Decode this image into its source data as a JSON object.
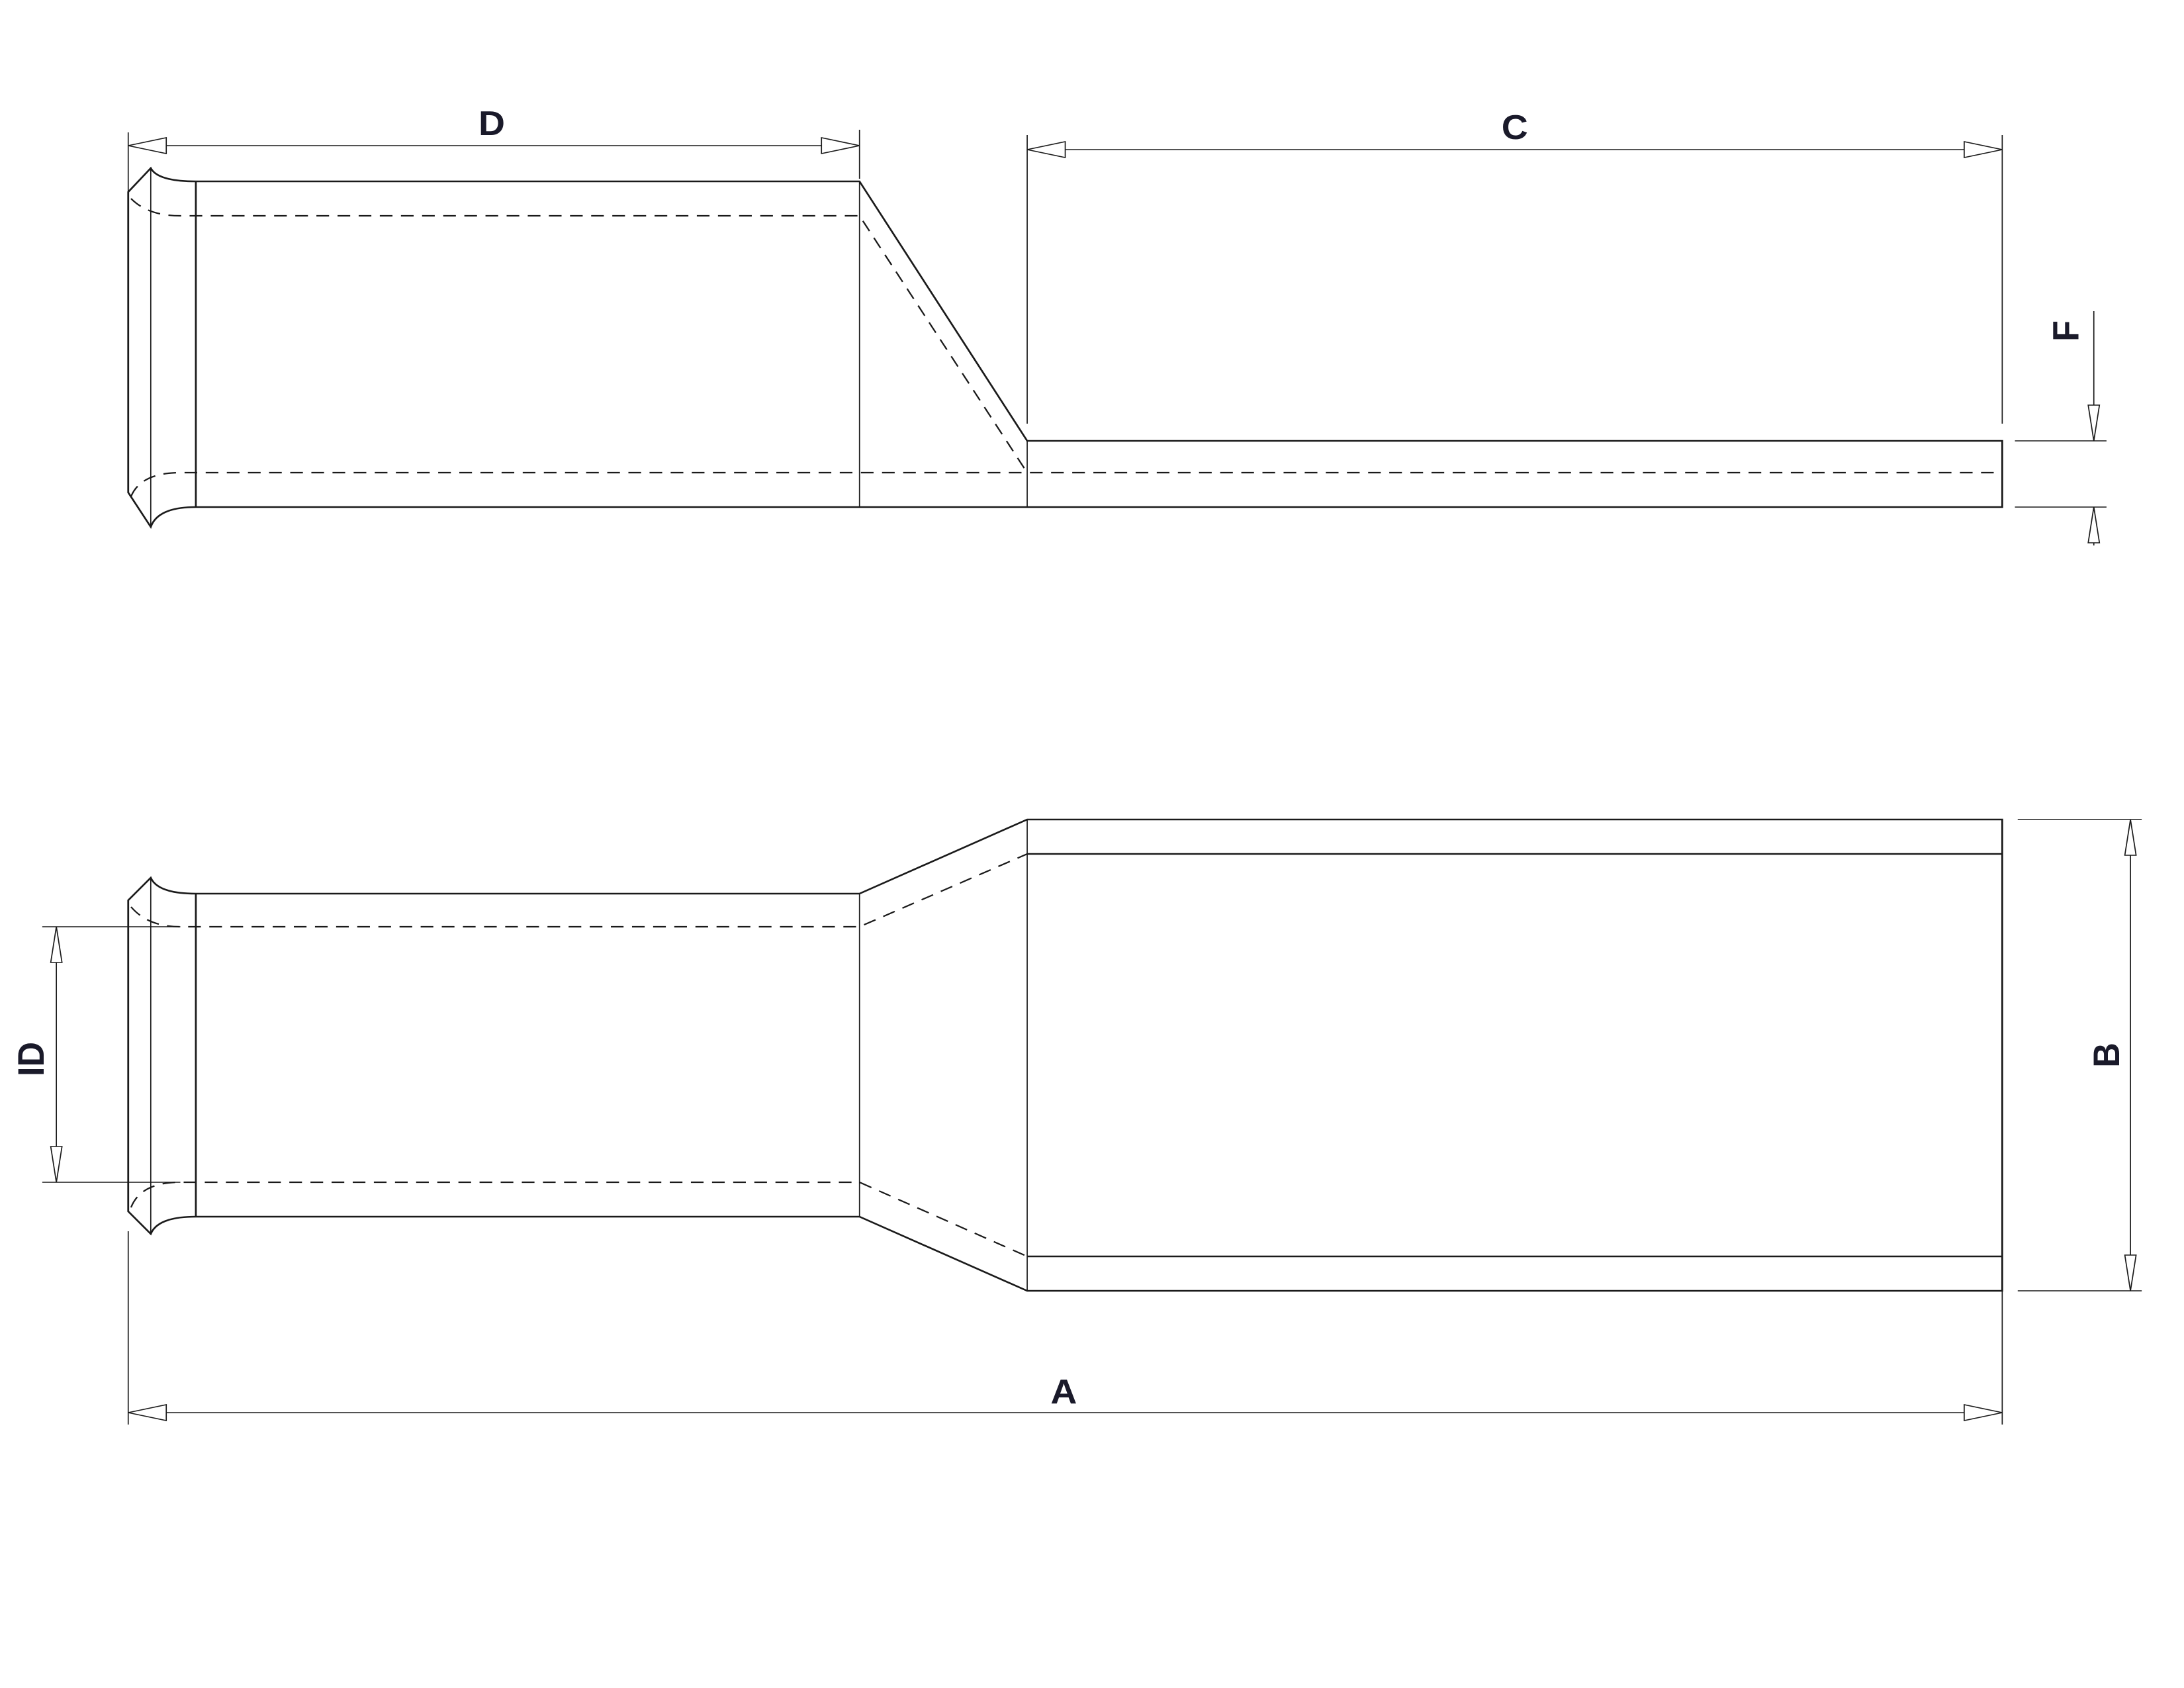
{
  "drawing": {
    "top_view": {
      "dim_d": "D",
      "dim_c": "C",
      "dim_f": "F"
    },
    "bottom_view": {
      "dim_id": "ID",
      "dim_b": "B",
      "dim_a": "A"
    }
  }
}
